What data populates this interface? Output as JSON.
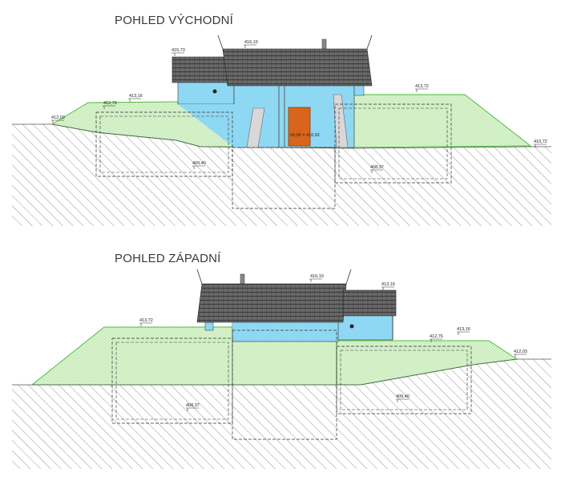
{
  "views": {
    "east": {
      "title": "POHLED VÝCHODNÍ",
      "levels": {
        "roof_left": "415,73",
        "ridge": "416,19",
        "terrain_left_top": "413,16",
        "terrain_left_mid": "412,76",
        "terrain_left_edge": "412,03",
        "terrain_right_top": "413,72",
        "terrain_right_edge": "410,72",
        "door": "±0,00 = 410,92",
        "foundation_left": "409,40",
        "foundation_right": "408,37"
      }
    },
    "west": {
      "title": "POHLED ZÁPADNÍ",
      "levels": {
        "ridge": "416,19",
        "roof_right": "413,16",
        "terrain_left_top": "413,72",
        "terrain_right_mid": "412,76",
        "terrain_right_top": "413,16",
        "terrain_right_edge": "412,03",
        "foundation_left": "408,37",
        "foundation_right": "409,40"
      }
    }
  },
  "colors": {
    "wall": "#8fd8f3",
    "door": "#d9651c",
    "terrain_fill": "#d6f2cc",
    "terrain_line": "#4cbf3a",
    "roof": "#5c5c5c",
    "hatch": "#7a7a7a"
  }
}
